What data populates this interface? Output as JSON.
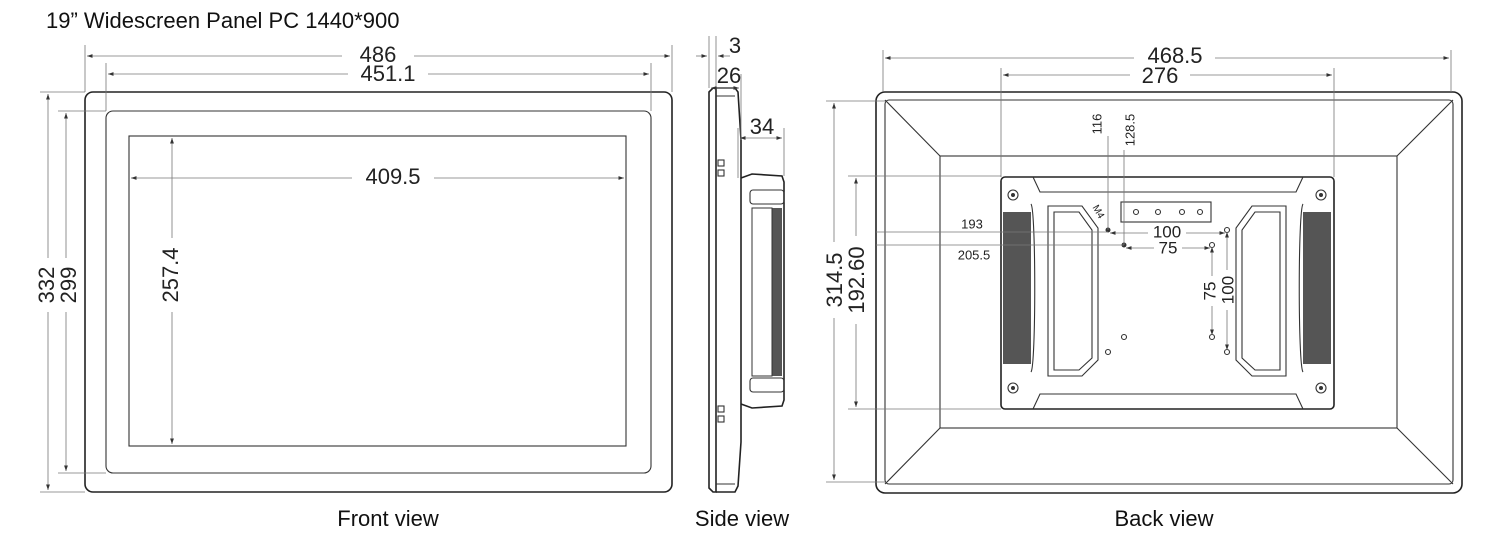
{
  "title": "19” Widescreen Panel PC 1440*900",
  "captions": {
    "front": "Front view",
    "side": "Side view",
    "back": "Back view"
  },
  "front_dims": {
    "overall_width": "486",
    "bezel_width": "451.1",
    "screen_width": "409.5",
    "overall_height": "332",
    "bezel_height": "299",
    "screen_height": "257.4"
  },
  "side_dims": {
    "bezel_depth": "3",
    "panel_depth": "26",
    "total_depth": "34"
  },
  "back_dims": {
    "overall_width": "468.5",
    "module_width": "276",
    "overall_height": "314.5",
    "module_height": "192.60",
    "offset_116": "116",
    "offset_128_5": "128.5",
    "offset_193": "193",
    "offset_205_5": "205.5",
    "vesa_100_h": "100",
    "vesa_75_h": "75",
    "vesa_75_v": "75",
    "vesa_100_v": "100",
    "screw_label": "M4"
  }
}
